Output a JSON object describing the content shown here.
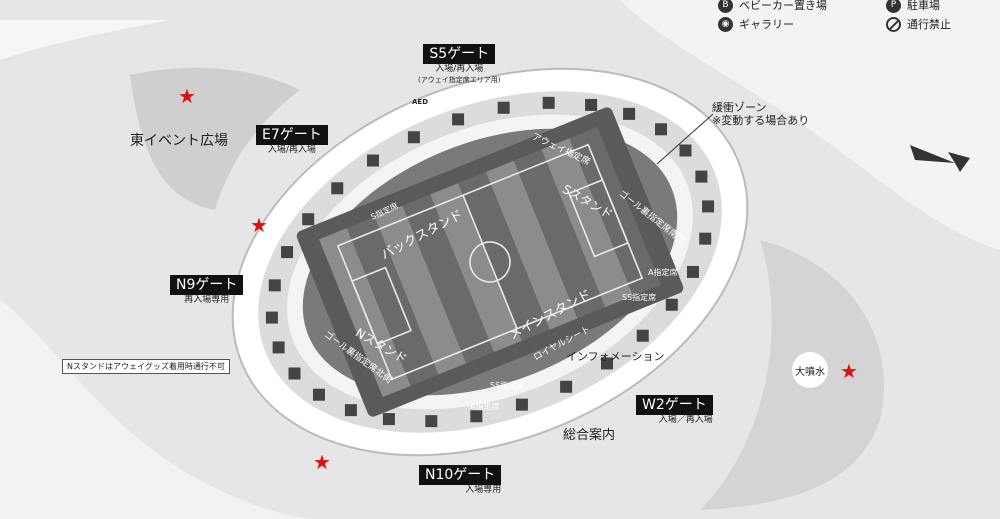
{
  "legend": [
    {
      "icon": "stroller-icon",
      "label": "ベビーカー置き場"
    },
    {
      "icon": "parking-icon",
      "label": "駐車場"
    },
    {
      "icon": "gallery-icon",
      "label": "ギャラリー"
    },
    {
      "icon": "no-entry-icon",
      "label": "通行禁止"
    }
  ],
  "gates": {
    "s5": {
      "name": "S5ゲート",
      "sub": "入場/再入場",
      "sub2": "(アウェイ指定席エリア用)"
    },
    "e7": {
      "name": "E7ゲート",
      "sub": "入場/再入場"
    },
    "n9": {
      "name": "N9ゲート",
      "sub": "再入場専用"
    },
    "n10": {
      "name": "N10ゲート",
      "sub": "入場専用"
    },
    "w2": {
      "name": "W2ゲート",
      "sub": "入場／再入場"
    }
  },
  "labels": {
    "east_plaza": "東イベント広場",
    "buffer_zone": "緩衝ゾーン",
    "buffer_note": "※変動する場合あり",
    "back_stand": "バックスタンド",
    "main_stand": "メインスタンド",
    "s_stand": "Sスタンド",
    "n_stand": "Nスタンド",
    "away_reserved": "アウェイ指定席",
    "goal_south": "ゴール裏指定席南側",
    "goal_north": "ゴール裏指定席北側",
    "s_reserved": "S指定席",
    "a_reserved_1": "A指定席",
    "ss_reserved_1": "SS指定席",
    "ss_reserved_2": "SS指定席",
    "a_reserved_2": "A指定席",
    "royal_seat": "ロイヤルシート",
    "information": "インフォメーション",
    "general_info": "総合案内",
    "big_fountain": "大噴水",
    "aed": "AED",
    "n_stand_note": "Nスタンドはアウェイグッズ着用時通行不可"
  },
  "colors": {
    "star": "#e01010",
    "field_dark": "#6a6a6a",
    "field_light": "#8c8c8c",
    "seating": "#7a7a7a",
    "concourse": "#ffffff",
    "ground": "#e6e6e6"
  }
}
